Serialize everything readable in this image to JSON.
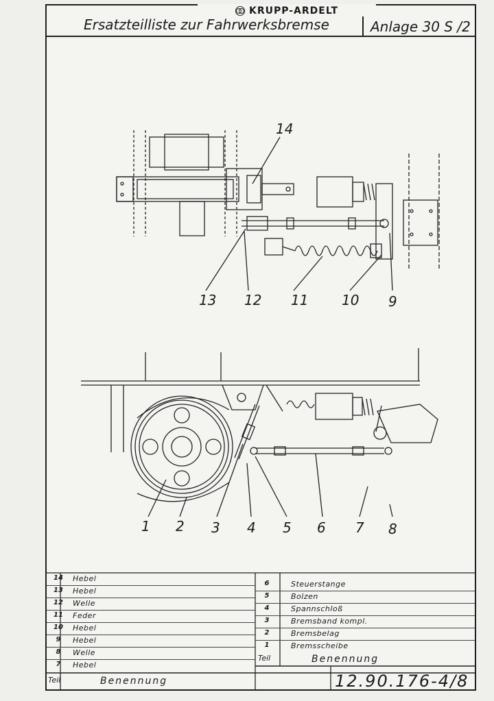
{
  "header": {
    "brand": "KRUPP-ARDELT",
    "title": "Ersatzteilliste zur Fahrwerksbremse",
    "sheet": "Anlage 30 S /2"
  },
  "top_view_labels": [
    "14",
    "13",
    "12",
    "11",
    "10",
    "9"
  ],
  "side_view_labels": [
    "1",
    "2",
    "3",
    "4",
    "5",
    "6",
    "7",
    "8"
  ],
  "parts_left": [
    {
      "teil": "14",
      "name": "Hebel"
    },
    {
      "teil": "13",
      "name": "Hebel"
    },
    {
      "teil": "12",
      "name": "Welle"
    },
    {
      "teil": "11",
      "name": "Feder"
    },
    {
      "teil": "10",
      "name": "Hebel"
    },
    {
      "teil": "9",
      "name": "Hebel"
    },
    {
      "teil": "8",
      "name": "Welle"
    },
    {
      "teil": "7",
      "name": "Hebel"
    }
  ],
  "parts_right": [
    {
      "teil": "6",
      "name": "Steuerstange"
    },
    {
      "teil": "5",
      "name": "Bolzen"
    },
    {
      "teil": "4",
      "name": "Spannschloß"
    },
    {
      "teil": "3",
      "name": "Bremsband kompl."
    },
    {
      "teil": "2",
      "name": "Bremsbelag"
    },
    {
      "teil": "1",
      "name": "Bremsscheibe"
    }
  ],
  "table_headers": {
    "teil": "Teil",
    "benennung": "Benennung"
  },
  "drawing_number": "12.90.176-4/8"
}
